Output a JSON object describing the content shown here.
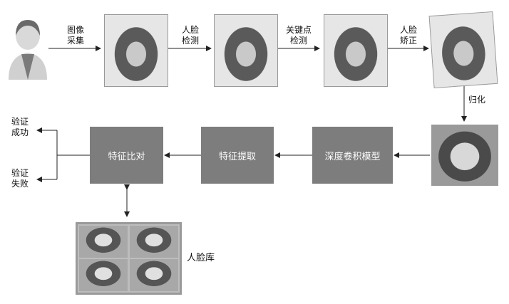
{
  "steps": {
    "acquire": "图像\n采集",
    "detect": "人脸\n检测",
    "keypoint": "关键点\n检测",
    "correct": "人脸\n矫正",
    "normalize": "归化"
  },
  "boxes": {
    "model": "深度卷积模型",
    "extract": "特征提取",
    "compare": "特征比对"
  },
  "results": {
    "success": "验证\n成功",
    "fail": "验证\n失败"
  },
  "gallery_label": "人脸库"
}
